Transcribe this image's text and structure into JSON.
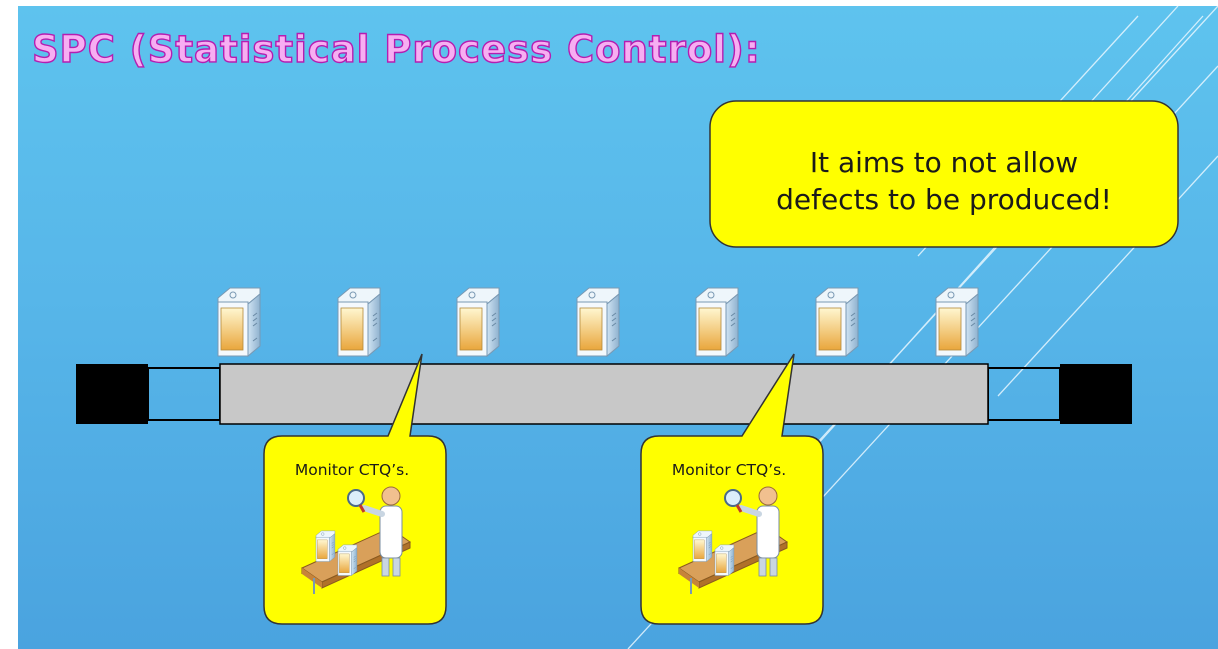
{
  "slide": {
    "title": "SPC (Statistical Process Control):",
    "main_callout": {
      "line1": "It aims to not allow",
      "line2": "defects to be produced!"
    },
    "monitor_callouts": [
      {
        "label": "Monitor CTQ’s."
      },
      {
        "label": "Monitor CTQ’s."
      }
    ]
  },
  "colors": {
    "background_top": "#5ec3ee",
    "background_bottom": "#4aa3df",
    "title_fill": "#f7aef2",
    "title_outline": "#b51db1",
    "callout_fill": "#ffff00",
    "belt": "#c8c8c8",
    "roller": "#000000"
  },
  "icons": {
    "product": "server-box-icon",
    "inspector": "inspector-with-magnifier-icon"
  }
}
